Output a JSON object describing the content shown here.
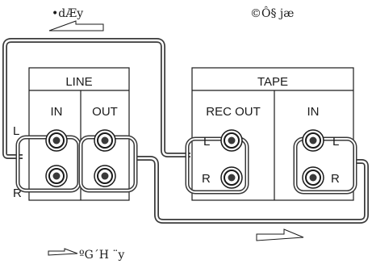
{
  "top_left_caption": "•dÆy",
  "top_right_caption": "©Ô§ jæ",
  "bottom_caption": "ºG´H  ¨y",
  "line_panel": {
    "title": "LINE",
    "col_in": "IN",
    "col_out": "OUT",
    "side_l": "L",
    "side_r": "R"
  },
  "tape_panel": {
    "title": "TAPE",
    "col_rec_out": "REC OUT",
    "col_in": "IN",
    "jack_l_left": "L",
    "jack_r_left": "R",
    "jack_l_right": "L",
    "jack_r_right": "R"
  },
  "colors": {
    "line": "#1a1a1a",
    "cable": "#3a3a3a",
    "cable_fill": "#ffffff"
  }
}
